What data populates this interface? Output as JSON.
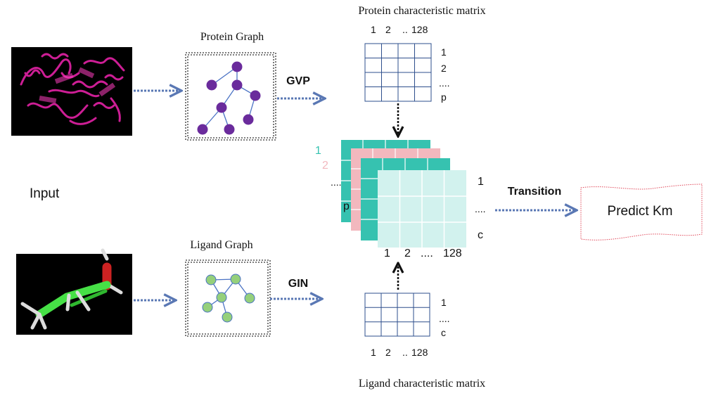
{
  "input_label": "Input",
  "protein": {
    "graph_title": "Protein Graph",
    "method_label": "GVP",
    "matrix_title": "Protein characteristic matrix",
    "col_labels": [
      "1",
      "2",
      "..",
      "128"
    ],
    "row_labels": [
      "1",
      "2",
      "....",
      "p"
    ]
  },
  "ligand": {
    "graph_title": "Ligand Graph",
    "method_label": "GIN",
    "matrix_title": "Ligand characteristic matrix",
    "col_labels": [
      "1",
      "2",
      "..",
      "128"
    ],
    "row_labels": [
      "1",
      "....",
      "c"
    ]
  },
  "stack": {
    "layer_labels": [
      "1",
      "2"
    ],
    "left_dots": "....",
    "left_p": "p",
    "right_labels": [
      "1",
      "....",
      "c"
    ],
    "bottom_labels": [
      "1",
      "2",
      "....",
      "128"
    ]
  },
  "transition_label": "Transition",
  "output_label": "Predict Km",
  "colors": {
    "teal": "#36c2b0",
    "pink": "#f2b8be",
    "light_teal": "#d2f2ee",
    "grid_blue": "#2e4f8c",
    "arrow_blue": "#5a78b4",
    "protein_node": "#6a2b9c",
    "ligand_node": "#95d07b",
    "edge_blue": "#4a72c4",
    "magenta": "#d8209e"
  }
}
